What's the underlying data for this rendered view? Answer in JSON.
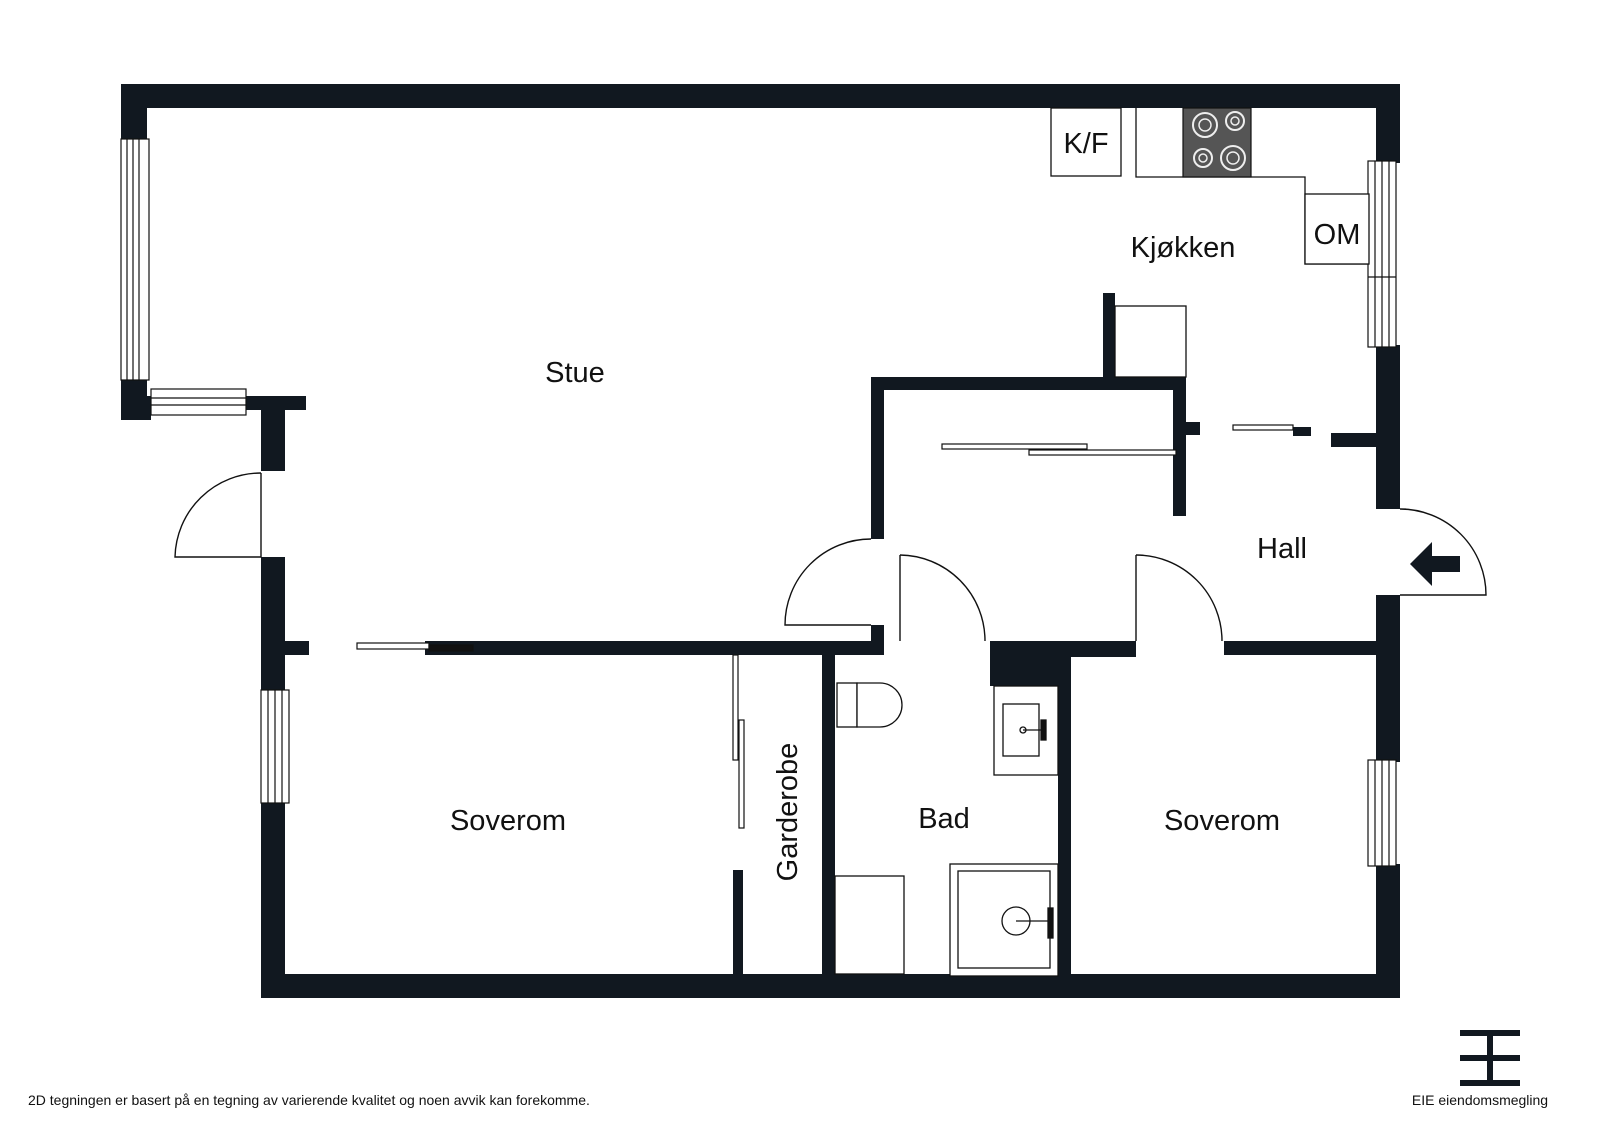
{
  "rooms": {
    "stue": "Stue",
    "kjokken": "Kjøkken",
    "hall": "Hall",
    "soverom_left": "Soverom",
    "garderobe": "Garderobe",
    "bad": "Bad",
    "soverom_right": "Soverom"
  },
  "fixtures": {
    "fridge_freezer": "K/F",
    "dishwasher": "OM"
  },
  "footer": {
    "disclaimer": "2D tegningen er basert på en tegning av varierende kvalitet og noen avvik kan forekomme.",
    "brand_name": "EIE eiendomsmegling"
  },
  "colors": {
    "wall": "#111820",
    "stove": "#555555",
    "background": "#ffffff"
  },
  "icons": {
    "entrance": "arrow-left-icon",
    "brand_logo": "eie-logo-icon"
  }
}
